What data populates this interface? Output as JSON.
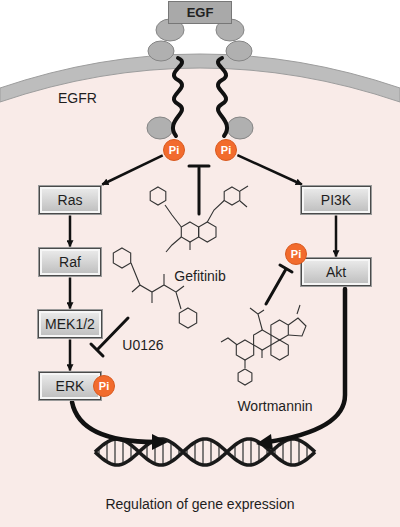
{
  "diagram": {
    "nodes": [
      {
        "text": [
          "EGF"
        ]
      },
      {
        "text": [
          "Pi"
        ]
      },
      {
        "text": [
          "Pi"
        ]
      },
      {
        "text": [
          "Ras"
        ]
      },
      {
        "text": [
          "PI3K"
        ]
      },
      {
        "text": [
          "Raf"
        ]
      },
      {
        "text": [
          "Pi"
        ]
      },
      {
        "text": [
          "Akt"
        ]
      },
      {
        "text": [
          "MEK1/2"
        ]
      },
      {
        "text": [
          "ERK"
        ]
      },
      {
        "text": [
          "Pi"
        ]
      }
    ],
    "edges": [
      {
        "from": 1,
        "to": 3,
        "arrow": "to"
      },
      {
        "from": 2,
        "to": 4,
        "arrow": "to"
      },
      {
        "from": 3,
        "to": 5,
        "arrow": "to"
      },
      {
        "from": 5,
        "to": 8,
        "arrow": "to"
      },
      {
        "from": 8,
        "to": 9,
        "arrow": "to"
      },
      {
        "from": 4,
        "to": 7,
        "arrow": "to"
      }
    ],
    "labels": [
      "EGFR",
      "Gefitinib",
      "U0126",
      "Wortmannin",
      "Regulation of gene expression"
    ]
  }
}
